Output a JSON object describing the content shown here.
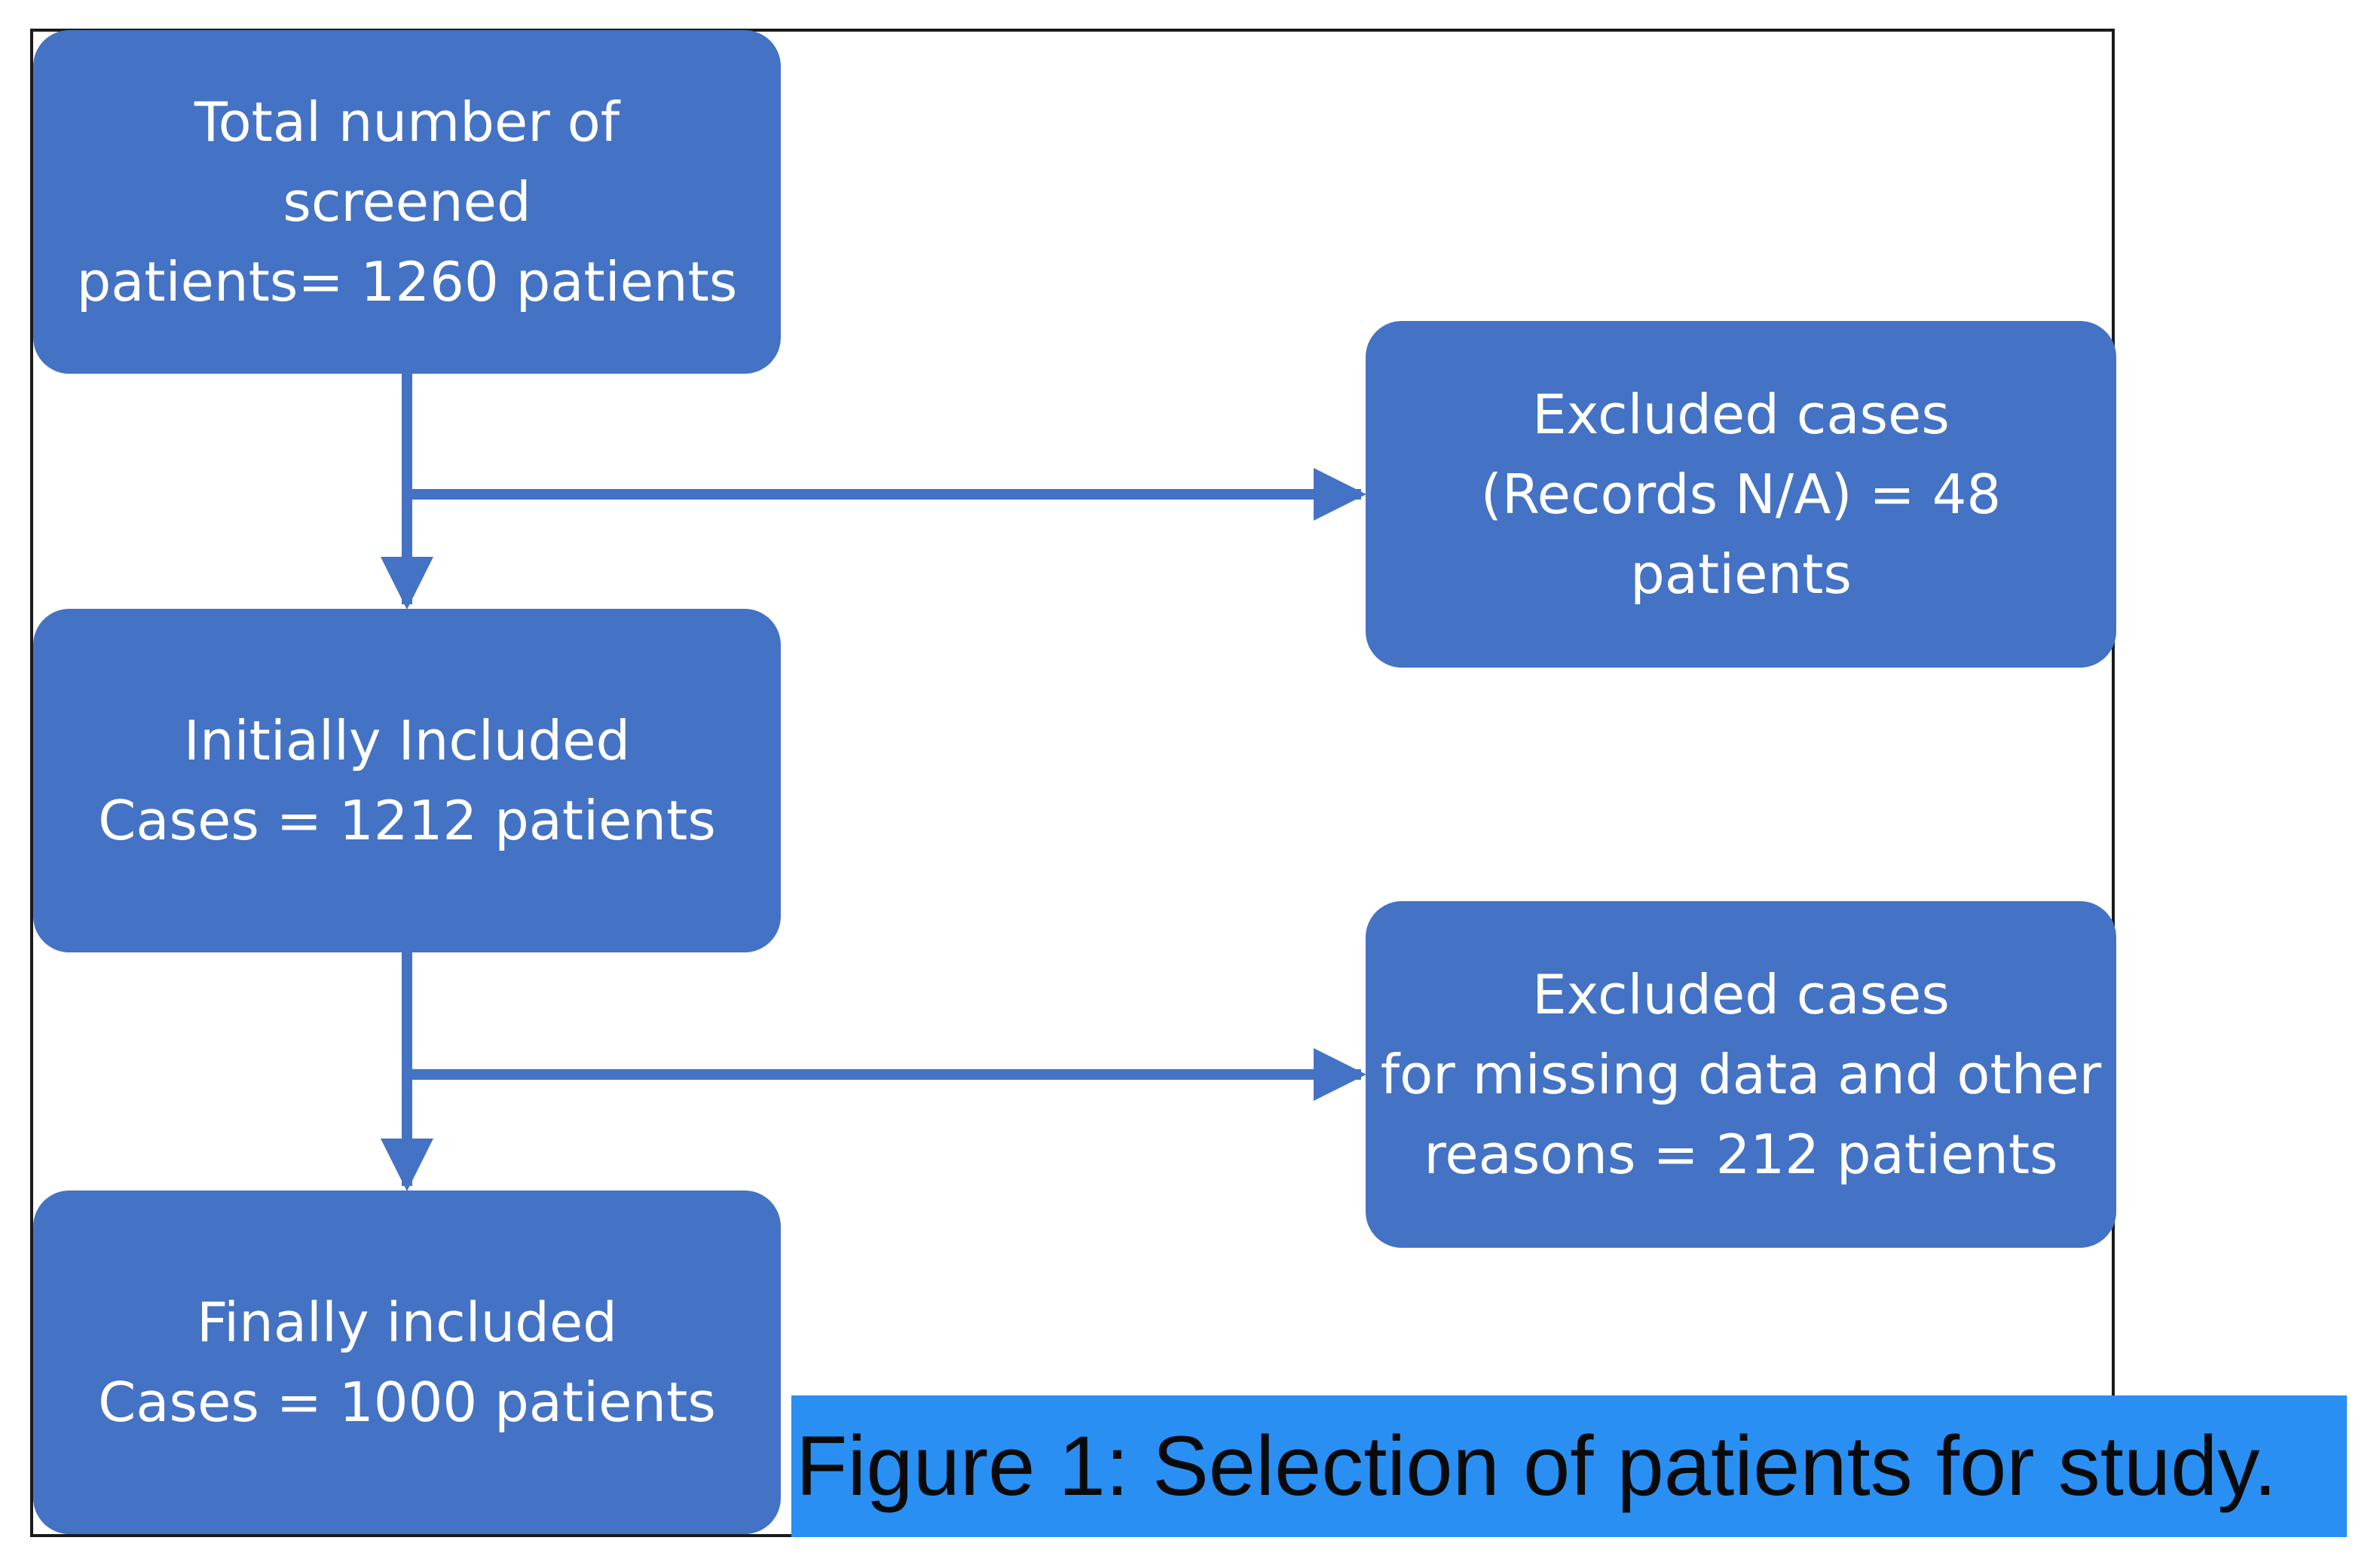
{
  "colors": {
    "box_fill": "#4472c4",
    "box_text": "#ffffff",
    "arrow": "#4472c4",
    "caption_background": "#2a8ff2",
    "caption_text": "#0a0a0a",
    "frame": "#1a1a1a"
  },
  "flowchart": {
    "screened": {
      "lines": [
        "Total number of",
        "screened",
        "patients= 1260 patients"
      ]
    },
    "excluded_records": {
      "lines": [
        "Excluded cases",
        "(Records N/A) = 48",
        "patients"
      ]
    },
    "initially_included": {
      "lines": [
        "Initially Included",
        "Cases = 1212  patients"
      ]
    },
    "excluded_missing": {
      "lines": [
        "Excluded cases",
        "for missing data and other",
        "reasons =   212   patients"
      ]
    },
    "finally_included": {
      "lines": [
        "Finally included",
        "Cases = 1000 patients"
      ]
    }
  },
  "caption": "Figure 1: Selection of patients for study."
}
